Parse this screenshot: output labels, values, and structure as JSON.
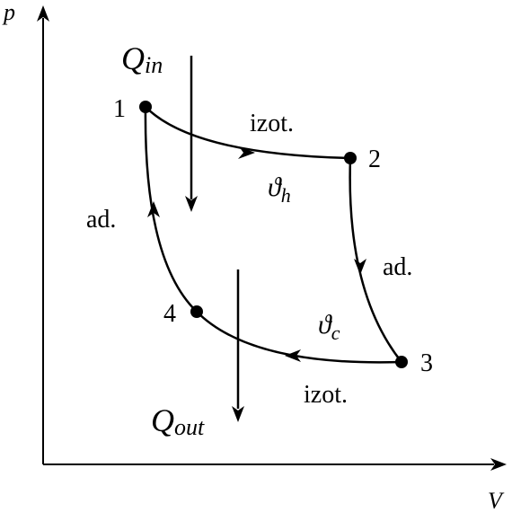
{
  "axes": {
    "y_label": "p",
    "x_label": "V"
  },
  "points": [
    {
      "label": "1"
    },
    {
      "label": "2"
    },
    {
      "label": "3"
    },
    {
      "label": "4"
    }
  ],
  "processes": {
    "isothermal_hot": "izot.",
    "adiabatic_right": "ad.",
    "isothermal_cold": "izot.",
    "adiabatic_left": "ad."
  },
  "temperatures": {
    "hot": {
      "symbol": "ϑ",
      "sub": "h"
    },
    "cold": {
      "symbol": "ϑ",
      "sub": "c"
    }
  },
  "heat": {
    "in": {
      "symbol": "Q",
      "sub": "in"
    },
    "out": {
      "symbol": "Q",
      "sub": "out"
    }
  },
  "colors": {
    "ink": "#000000",
    "background": "#ffffff"
  }
}
